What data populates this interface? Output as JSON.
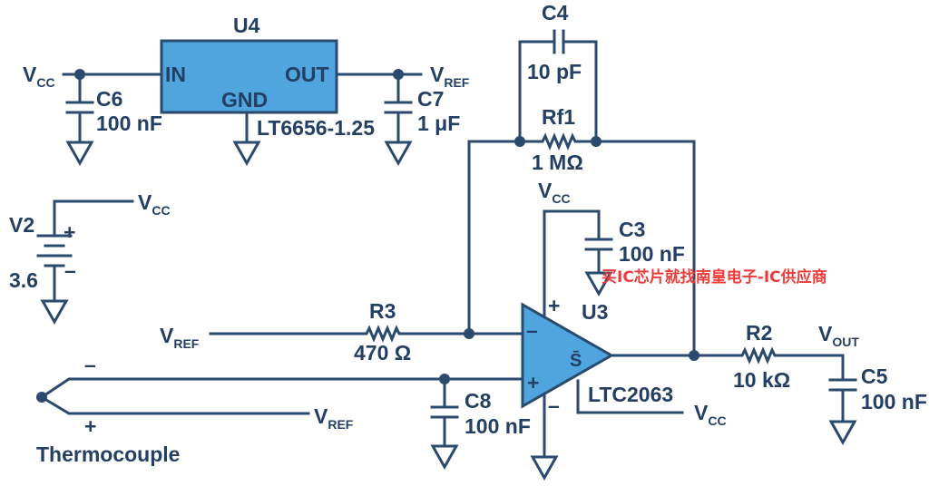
{
  "labels": {
    "u4": "U4",
    "u4_in": "IN",
    "u4_out": "OUT",
    "u4_gnd": "GND",
    "u4_part": "LT6656-1.25",
    "c6": "C6",
    "c6_val": "100 nF",
    "c7": "C7",
    "c7_val": "1 μF",
    "c4": "C4",
    "c4_val": "10 pF",
    "rf1": "Rf1",
    "rf1_val": "1 MΩ",
    "c3": "C3",
    "c3_val": "100 nF",
    "u3": "U3",
    "u3_part": "LTC2063",
    "r3": "R3",
    "r3_val": "470 Ω",
    "r2": "R2",
    "r2_val": "10 kΩ",
    "c5": "C5",
    "c5_val": "100 nF",
    "c8": "C8",
    "c8_val": "100 nF",
    "v2": "V2",
    "v2_val": "3.6",
    "thermocouple": "Thermocouple",
    "v": "V",
    "cc": "CC",
    "ref": "REF",
    "out": "OUT",
    "plus": "+",
    "minus": "–",
    "shdn": "S̄"
  },
  "watermark": "买IC芯片就找南皇电子-IC供应商",
  "colors": {
    "wire": "#2a4a6e",
    "text": "#233f63",
    "chip": "#50a5df",
    "watermark": "#ee3b3b"
  }
}
